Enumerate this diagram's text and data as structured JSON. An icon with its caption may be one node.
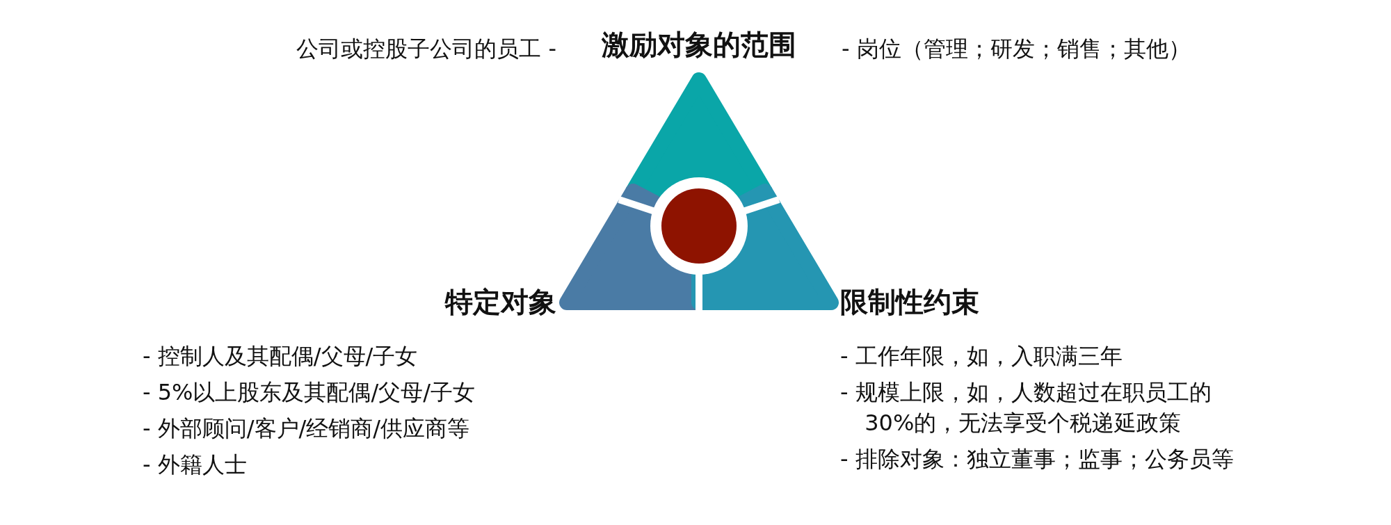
{
  "diagram": {
    "nodes": [
      {
        "text": [
          "激励对象的范围"
        ],
        "beside": [
          "公司或控股子公司的员工 -",
          "- 岗位（管理；研发；销售；其他）"
        ]
      },
      {
        "text": [
          "特定对象"
        ],
        "beside": [
          "- 控制人及其配偶/父母/子女",
          "- 5%以上股东及其配偶/父母/子女",
          "- 外部顾问/客户/经销商/供应商等",
          "- 外籍人士"
        ]
      },
      {
        "text": [
          "限制性约束"
        ],
        "beside": [
          "- 工作年限，如，入职满三年",
          "- 规模上限，如，人数超过在职员工的 30%的，无法享受个税递延政策",
          "- 排除对象：独立董事；监事；公务员等"
        ]
      },
      {
        "text": [],
        "shape": "circle"
      }
    ],
    "edges": []
  }
}
